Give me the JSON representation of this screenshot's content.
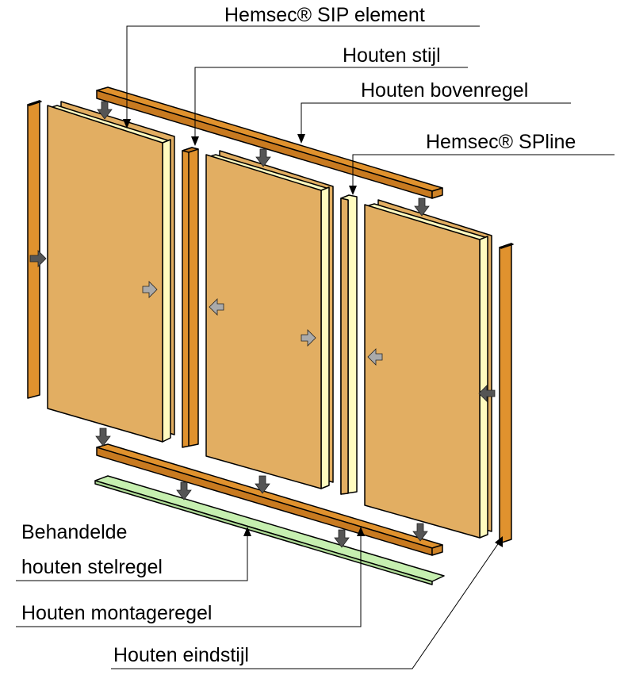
{
  "labels": {
    "sip_element": "Hemsec® SIP element",
    "stijl": "Houten stijl",
    "bovenregel": "Houten bovenregel",
    "spline": "Hemsec® SPline",
    "stelregel_1": "Behandelde",
    "stelregel_2": "houten stelregel",
    "montageregel": "Houten montageregel",
    "eindstijl": "Houten eindstijl"
  },
  "colors": {
    "wood": "#e0922e",
    "panel": "#e2ae62",
    "core": "#fffbbf",
    "treated": "#c6efb0",
    "arrow_dark": "#555555",
    "arrow_light": "#aaaaaa"
  }
}
